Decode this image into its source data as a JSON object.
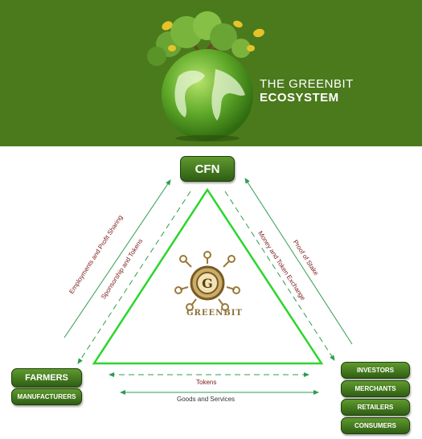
{
  "banner": {
    "title_line1": "THE GREENBIT",
    "title_line2": "ECOSYSTEM",
    "background_color": "#4b7a1c",
    "icon": "globe-tree-icon"
  },
  "diagram": {
    "top_node": "CFN",
    "left_nodes": [
      "FARMERS",
      "MANUFACTURERS"
    ],
    "right_nodes": [
      "INVESTORS",
      "MERCHANTS",
      "RETAILERS",
      "CONSUMERS"
    ],
    "center_logo_text": "GREENBIT",
    "center_logo_icon": "greenbit-gear-logo-icon",
    "edge_labels": {
      "left_outer": "Employments and Profit Sharing",
      "left_inner": "Sponsorship and Tokens",
      "right_inner": "Money and Token Exchange",
      "right_outer": "Proof of Stake",
      "bottom_inner": "Tokens",
      "bottom_outer": "Goods and Services"
    },
    "colors": {
      "triangle": "#2bd62b",
      "arrow": "#2e9c4e",
      "node": "#3f7a1c",
      "label": "#7a1a1a"
    }
  }
}
